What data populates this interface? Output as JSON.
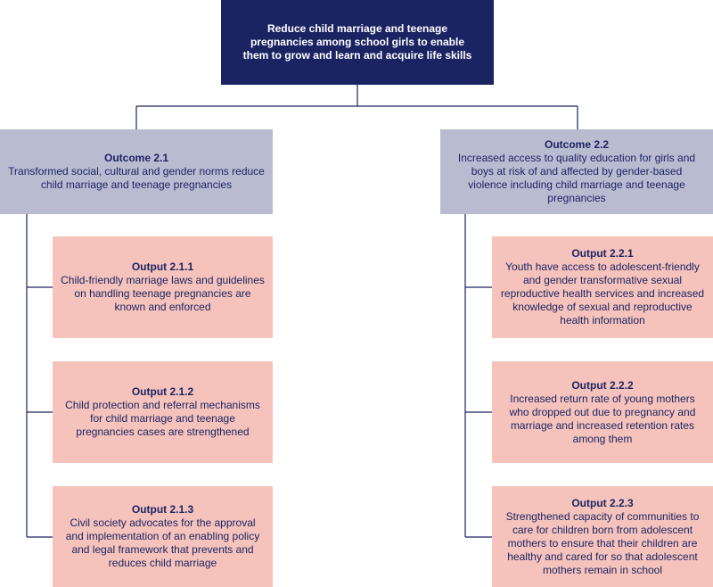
{
  "colors": {
    "goal_fill": "#1b2462",
    "outcome_fill": "#b9bcd1",
    "output_fill": "#f6c3bc",
    "text": "#1b2462",
    "connector": "#1b2462"
  },
  "goal": {
    "text": "Reduce child marriage and teenage pregnancies among school girls to enable them to grow and learn and acquire life skills"
  },
  "outcomes": [
    {
      "title": "Outcome 2.1",
      "text": "Transformed social, cultural and gender norms reduce child marriage and teenage pregnancies",
      "outputs": [
        {
          "title": "Output 2.1.1",
          "text": "Child-friendly marriage laws and guidelines on handling teenage pregnancies are known and enforced"
        },
        {
          "title": "Output 2.1.2",
          "text": "Child protection and referral mechanisms for child marriage and teenage pregnancies cases are strengthened"
        },
        {
          "title": "Output 2.1.3",
          "text": "Civil society advocates for the approval and implementation of an enabling policy and legal framework that prevents and reduces child marriage"
        }
      ]
    },
    {
      "title": "Outcome 2.2",
      "text": "Increased access to quality education for girls and boys at risk of and affected by gender-based violence including child marriage and teenage pregnancies",
      "outputs": [
        {
          "title": "Output 2.2.1",
          "text": "Youth have access to adolescent-friendly and gender transformative sexual reproductive health services and increased knowledge of sexual and reproductive health information"
        },
        {
          "title": "Output 2.2.2",
          "text": "Increased return rate of young mothers who dropped out due to pregnancy and marriage and increased retention rates among them"
        },
        {
          "title": "Output 2.2.3",
          "text": "Strengthened capacity of communities to care for children born from adolescent mothers to ensure that their children are healthy and cared for so that adolescent mothers remain in school"
        }
      ]
    }
  ]
}
